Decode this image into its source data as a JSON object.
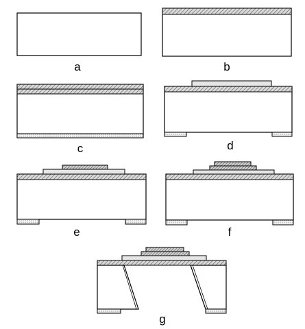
{
  "panels": [
    {
      "id": "a",
      "label": "a"
    },
    {
      "id": "b",
      "label": "b"
    },
    {
      "id": "c",
      "label": "c"
    },
    {
      "id": "d",
      "label": "d"
    },
    {
      "id": "e",
      "label": "e"
    },
    {
      "id": "f",
      "label": "f"
    },
    {
      "id": "g",
      "label": "g"
    }
  ]
}
